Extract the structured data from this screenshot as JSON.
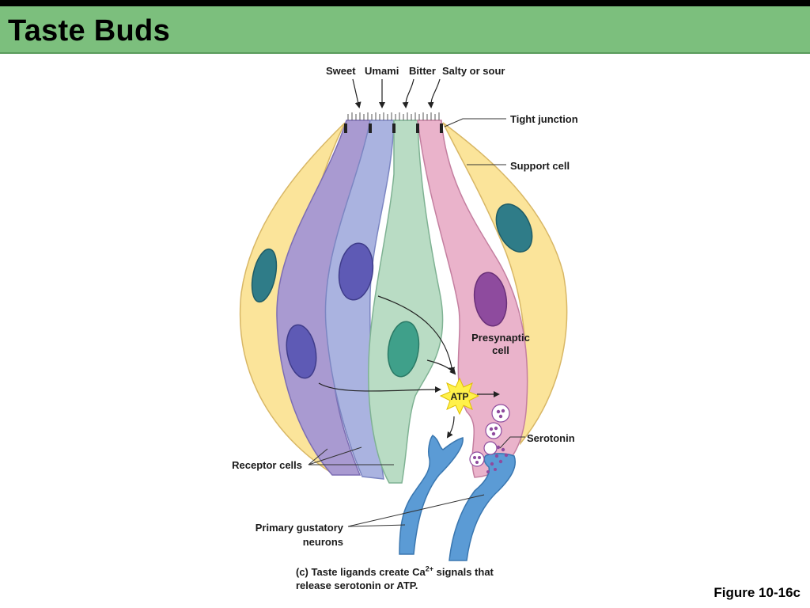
{
  "slide": {
    "title": "Taste Buds",
    "figure_id": "Figure 10-16c"
  },
  "labels": {
    "sweet": "Sweet",
    "umami": "Umami",
    "bitter": "Bitter",
    "salty_sour": "Salty or sour",
    "tight_junction": "Tight junction",
    "support_cell": "Support cell",
    "presynaptic_1": "Presynaptic",
    "presynaptic_2": "cell",
    "atp": "ATP",
    "serotonin": "Serotonin",
    "receptor_cells": "Receptor cells",
    "gustatory_1": "Primary gustatory",
    "gustatory_2": "neurons"
  },
  "caption": {
    "part": "(c)",
    "text_a": " Taste ligands create Ca",
    "superscript": "2+",
    "text_b": " signals that",
    "line2": "release serotonin or ATP."
  },
  "colors": {
    "title_bar": "#7cbf7d",
    "support_cell": "#fbe49a",
    "sweet_cell": "#a99ad1",
    "umami_cell": "#aab3e0",
    "bitter_cell": "#b9dcc4",
    "sour_cell": "#eab3cb",
    "neuron": "#5b9bd5",
    "atp_burst": "#fff14a"
  }
}
